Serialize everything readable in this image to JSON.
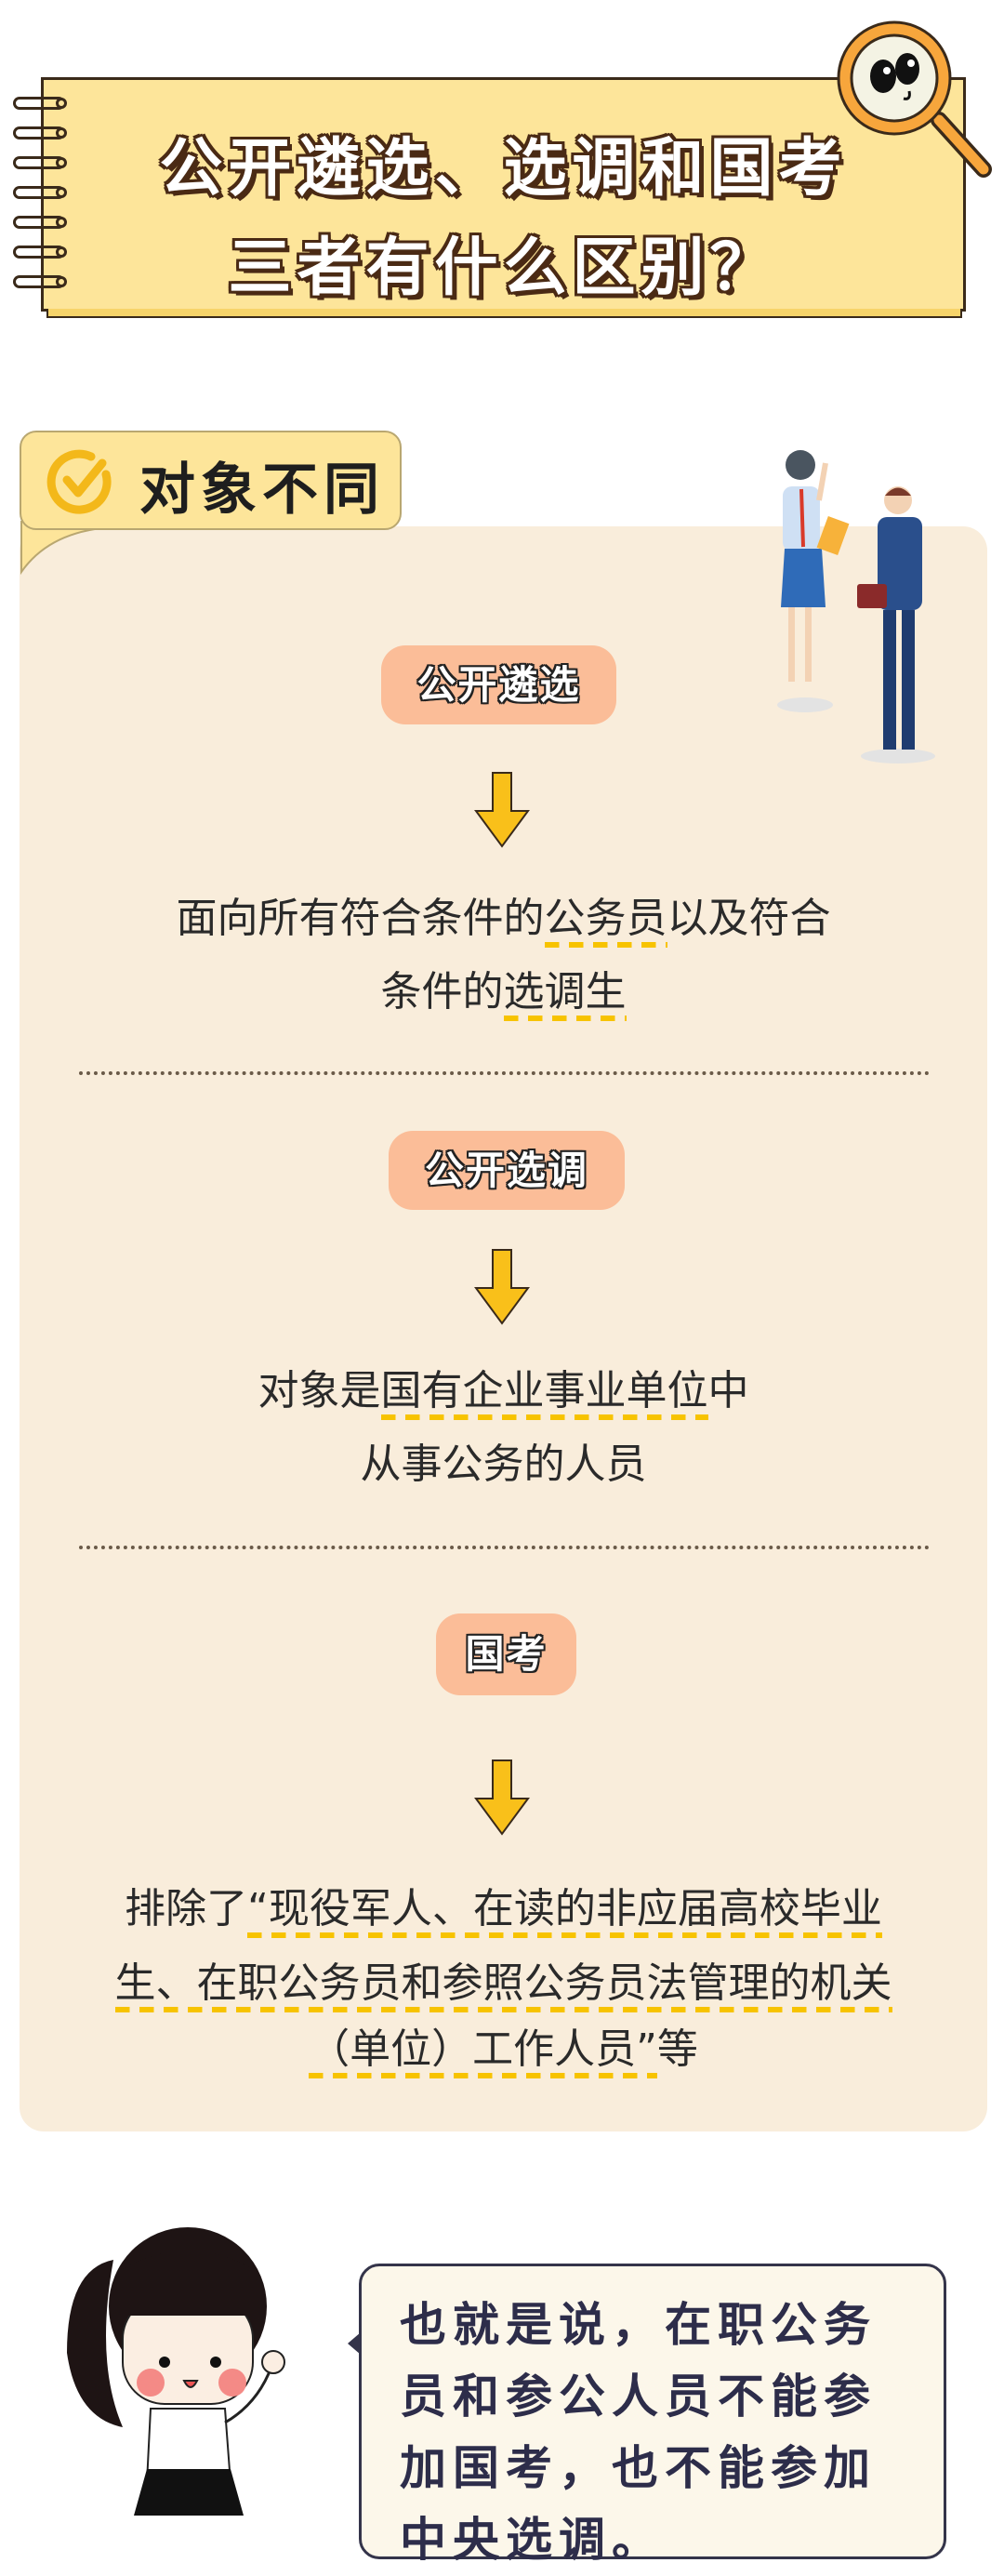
{
  "header": {
    "title_line1": "公开遴选、选调和国考",
    "title_line2": "三者有什么区别？",
    "icon": "magnifier-icon"
  },
  "section": {
    "tag_label": "对象不同",
    "tag_icon": "check-circle-icon"
  },
  "items": [
    {
      "pill": "公开遴选",
      "lines": [
        [
          {
            "text": "面向所有符合条件的",
            "u": false
          },
          {
            "text": "公务员",
            "u": true
          },
          {
            "text": "以及符合",
            "u": false
          }
        ],
        [
          {
            "text": "条件的",
            "u": false
          },
          {
            "text": "选调生",
            "u": true
          }
        ]
      ]
    },
    {
      "pill": "公开选调",
      "lines": [
        [
          {
            "text": "对象是",
            "u": false
          },
          {
            "text": "国有企业事业单位",
            "u": true
          },
          {
            "text": "中",
            "u": false
          }
        ],
        [
          {
            "text": "从事公务的人员",
            "u": false
          }
        ]
      ]
    },
    {
      "pill": "国考",
      "lines": [
        [
          {
            "text": "排除了",
            "u": false
          },
          {
            "text": "“现役军人、在读的非应届高校毕业",
            "u": true
          }
        ],
        [
          {
            "text": "生、在职公务员和参照公务员法管理的机关",
            "u": true
          }
        ],
        [
          {
            "text": "（单位）工作人员”",
            "u": true
          },
          {
            "text": "等",
            "u": false
          }
        ]
      ]
    }
  ],
  "bubble": {
    "text": "也就是说，在职公务员和参公人员不能参加国考，也不能参加中央选调。"
  },
  "colors": {
    "header_bg": "#fde59a",
    "panel_bg": "#f9eddb",
    "pill_bg": "#fbbd98",
    "arrow": "#f9c01a",
    "underline": "#f7c300"
  }
}
